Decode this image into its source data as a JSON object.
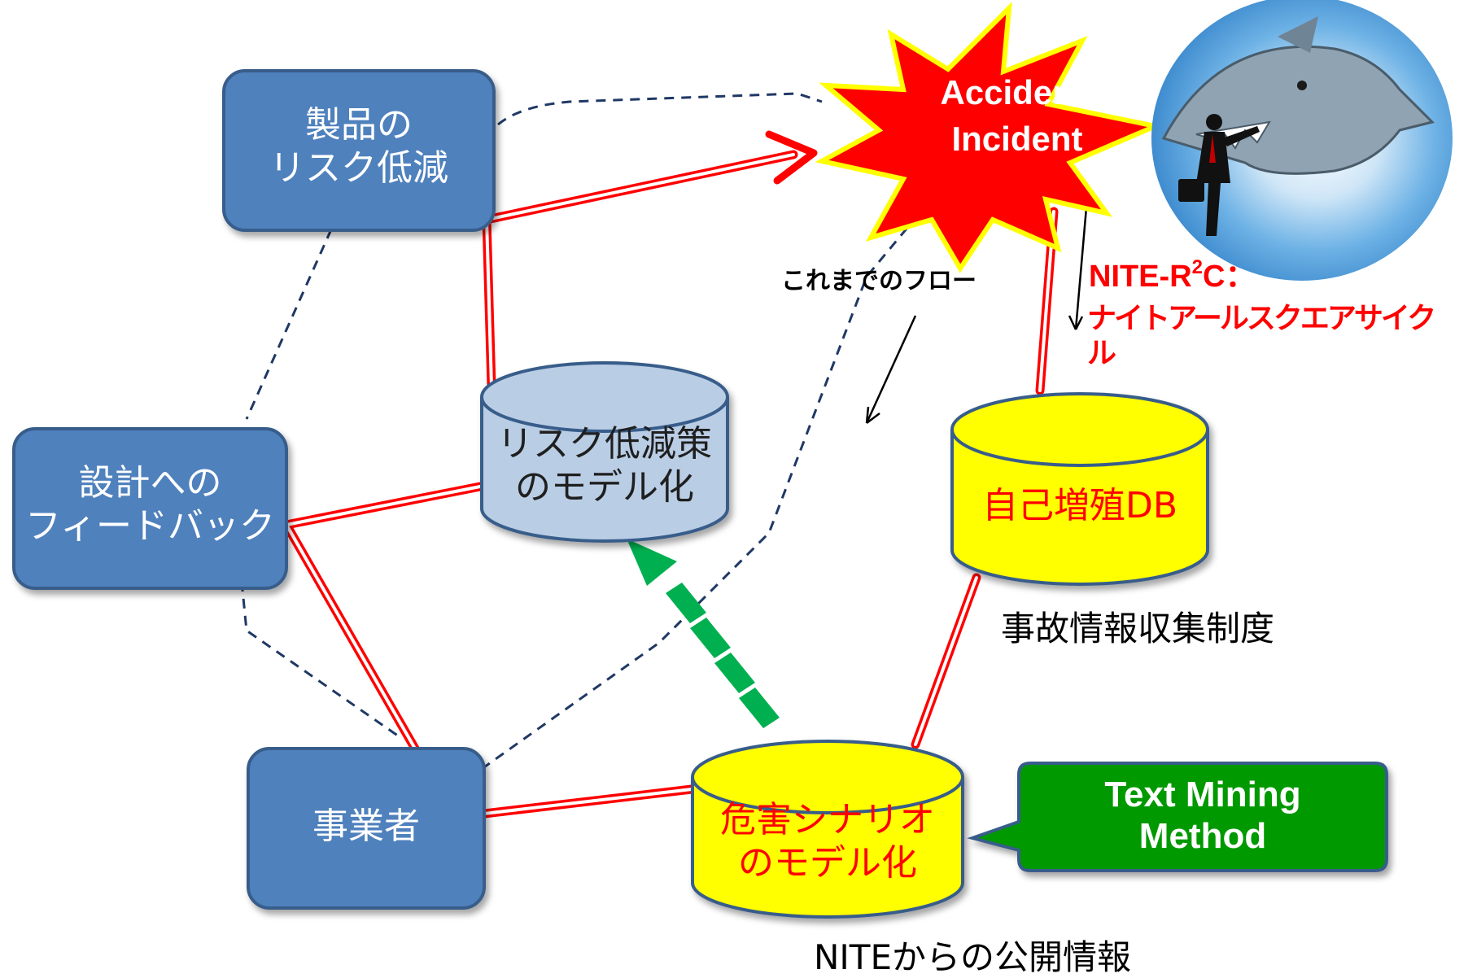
{
  "nodes": {
    "product_risk": "製品の\nリスク低減",
    "design_feedback": "設計への\nフィードバック",
    "business": "事業者",
    "risk_model": "リスク低減策\nのモデル化",
    "self_db": "自己増殖DB",
    "hazard_model": "危害シナリオ\nのモデル化"
  },
  "accident": "Accident/\nIncident",
  "labels": {
    "previous_flow": "これまでのフロー",
    "nite_r2c_prefix": "NITE-R",
    "nite_r2c_sup": "2",
    "nite_r2c_suffix": "C：",
    "nite_r2c_reading": "ナイトアールスクエアサイクル",
    "accident_info_system": "事故情報収集制度",
    "nite_public_info": "NITEからの公開情報"
  },
  "callout": "Text Mining\nMethod",
  "colors": {
    "box_fill": "#4f81bd",
    "box_stroke": "#385d8a",
    "risk_cyl_fill": "#b9cde5",
    "yellow_cyl_fill": "#ffff00",
    "double_line": "#ff0000",
    "dashed_line": "#1f3864",
    "green_arrow": "#00b050",
    "callout_fill": "#009900",
    "accident_fill": "#ff0000",
    "accident_stroke": "#ffff00"
  },
  "icons": [
    "starburst-shape",
    "businessman-shark-illustration"
  ]
}
